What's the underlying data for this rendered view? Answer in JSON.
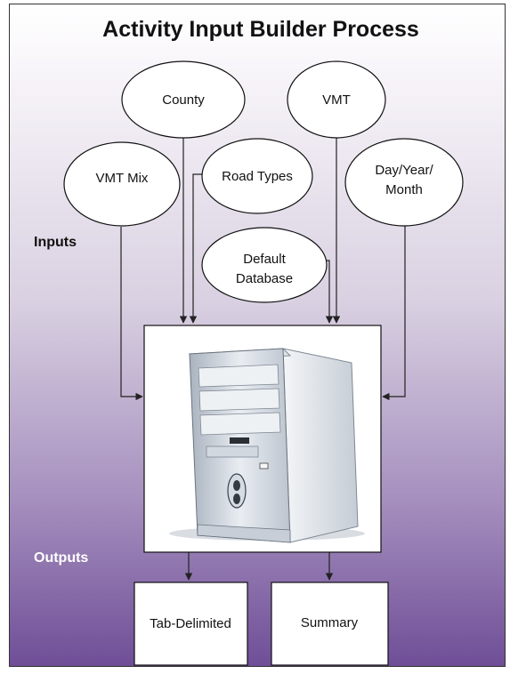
{
  "title": "Activity Input Builder Process",
  "side_labels": {
    "inputs": "Inputs",
    "outputs": "Outputs"
  },
  "inputs": {
    "county": "County",
    "vmt": "VMT",
    "vmt_mix": "VMT Mix",
    "road_types": "Road Types",
    "day_year_month": [
      "Day/Year/",
      "Month"
    ],
    "default_database": [
      "Default",
      "Database"
    ]
  },
  "process_icon": "computer-tower-icon",
  "outputs": {
    "tab_delimited": "Tab-Delimited",
    "summary": "Summary"
  },
  "colors": {
    "gradient_top": "#ffffff",
    "gradient_bottom": "#6f4e97",
    "outputs_label": "#ffffff",
    "inputs_label": "#111111"
  }
}
